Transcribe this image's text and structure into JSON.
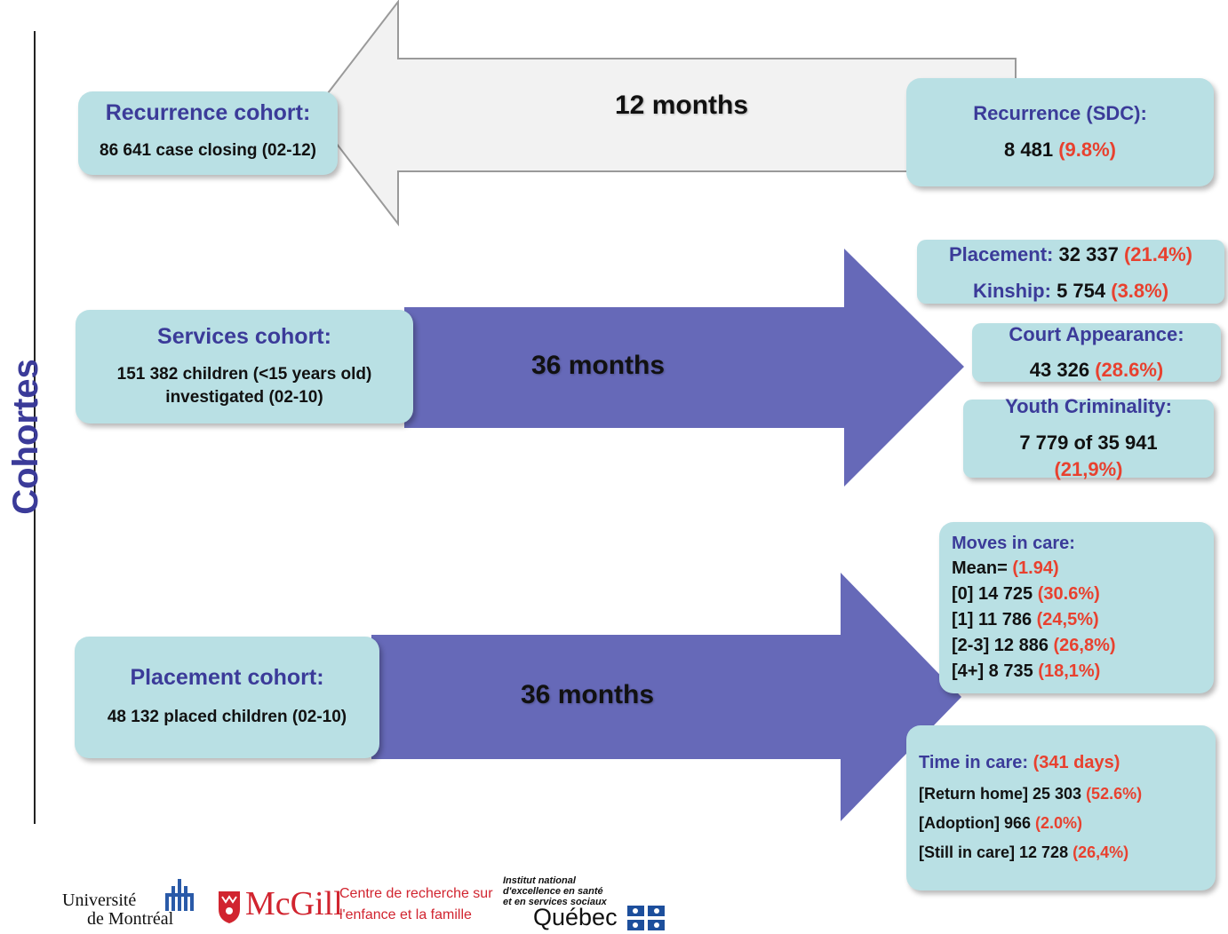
{
  "side_label": "Cohortes",
  "arrows": {
    "top": {
      "label": "12 months",
      "fill": "#f2f2f2",
      "stroke": "#9a9a9a"
    },
    "middle": {
      "label": "36 months",
      "fill": "#6669b8"
    },
    "bottom": {
      "label": "36 months",
      "fill": "#6669b8"
    }
  },
  "recurrence_cohort": {
    "title": "Recurrence cohort:",
    "detail": "86 641 case closing (02-12)"
  },
  "recurrence_result": {
    "title": "Recurrence (SDC):",
    "value": "8 481",
    "pct": "(9.8%)"
  },
  "services_cohort": {
    "title": "Services cohort:",
    "line1": "151 382 children (<15  years old)",
    "line2": "investigated (02-10)"
  },
  "placement_box": {
    "placement_label": "Placement:",
    "placement_value": "32 337",
    "placement_pct": "(21.4%)",
    "kinship_label": "Kinship:",
    "kinship_value": "5 754",
    "kinship_pct": "(3.8%)"
  },
  "court_box": {
    "title": "Court Appearance:",
    "value": "43 326",
    "pct": "(28.6%)"
  },
  "youth_box": {
    "title": "Youth Criminality:",
    "value": "7 779 of 35 941",
    "pct": "(21,9%)"
  },
  "placement_cohort": {
    "title": "Placement cohort:",
    "detail": "48 132 placed children (02-10)"
  },
  "moves_box": {
    "title": "Moves in care:",
    "rows": [
      {
        "text": "Mean=",
        "pct": "(1.94)"
      },
      {
        "text": "[0] 14 725",
        "pct": "(30.6%)"
      },
      {
        "text": "[1] 11 786",
        "pct": "(24,5%)"
      },
      {
        "text": "[2-3] 12 886",
        "pct": "(26,8%)"
      },
      {
        "text": "[4+] 8 735",
        "pct": "(18,1%)"
      }
    ]
  },
  "time_box": {
    "title": "Time in care:",
    "title_pct": "(341 days)",
    "rows": [
      {
        "text": "[Return home] 25 303",
        "pct": "(52.6%)"
      },
      {
        "text": "[Adoption] 966",
        "pct": "(2.0%)"
      },
      {
        "text": "[Still in care] 12 728",
        "pct": "(26,4%)"
      }
    ]
  },
  "logos": {
    "udem_line1": "Université",
    "udem_line2": "de Montréal",
    "mcgill": "McGill",
    "crf_line1": "Centre de recherche sur",
    "crf_line2": "l'enfance et la famille",
    "inesss_line1": "Institut national",
    "inesss_line2": "d'excellence en santé",
    "inesss_line3": "et en services sociaux",
    "quebec": "Québec"
  }
}
